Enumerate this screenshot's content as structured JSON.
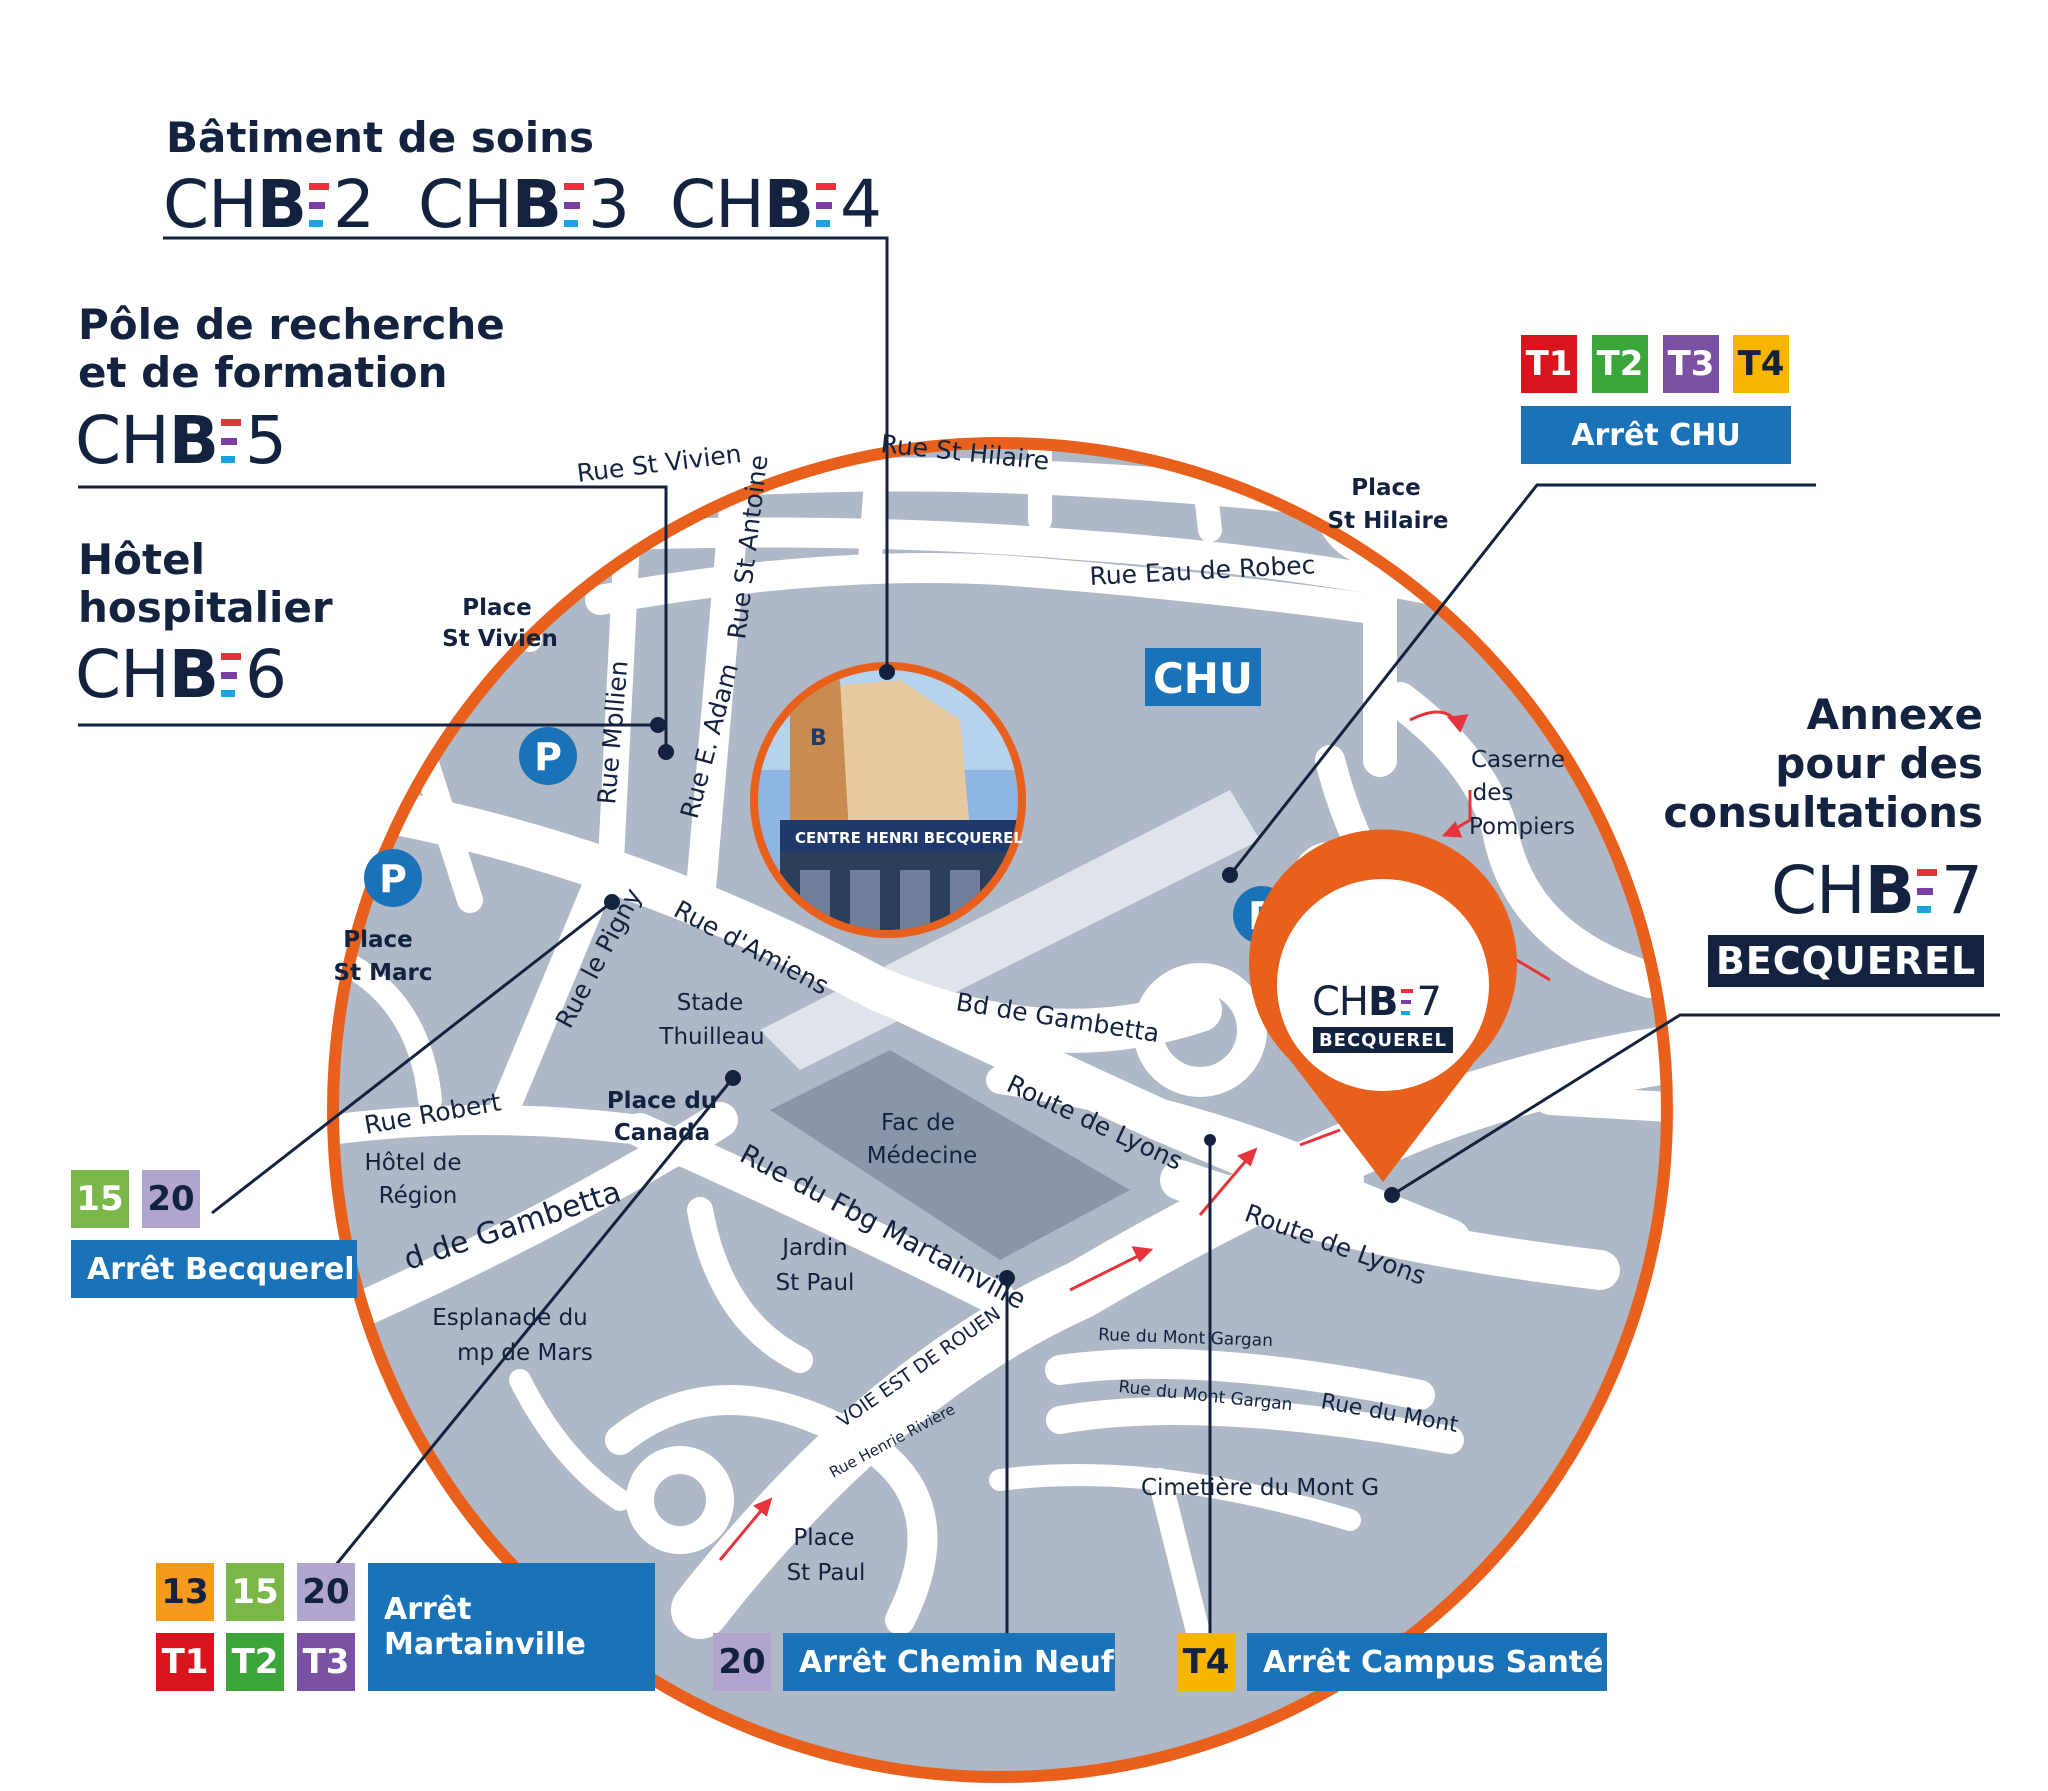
{
  "colors": {
    "orange": "#e8601c",
    "navy": "#13233f",
    "blue": "#1a72b9",
    "map_block": "#aeb8c6",
    "road": "#ffffff",
    "t1": "#d9141c",
    "t2": "#3ba53a",
    "t3": "#7b52a3",
    "t4": "#f7b500",
    "line13": "#f59a1a",
    "line15": "#7ab648",
    "line20": "#b1a5d0"
  },
  "labels": {
    "soins": {
      "title": "Bâtiment de soins",
      "brands": [
        "2",
        "3",
        "4"
      ]
    },
    "recherche": {
      "line1": "Pôle de recherche",
      "line2": "et de formation",
      "brand": "5"
    },
    "hotel": {
      "line1": "Hôtel",
      "line2": "hospitalier",
      "brand": "6"
    },
    "annexe": {
      "line1": "Annexe",
      "line2": "pour des",
      "line3": "consultations",
      "brand": "7",
      "tag": "BECQUEREL"
    },
    "brand_prefix": "CH",
    "brand_b": "B"
  },
  "stops": {
    "chu": {
      "lines": [
        "T1",
        "T2",
        "T3",
        "T4"
      ],
      "name": "Arrêt CHU"
    },
    "becquerel": {
      "lines": [
        "15",
        "20"
      ],
      "name": "Arrêt Becquerel"
    },
    "martainville": {
      "lines": [
        "13",
        "15",
        "20",
        "T1",
        "T2",
        "T3"
      ],
      "name_line1": "Arrêt",
      "name_line2": "Martainville"
    },
    "chemin_neuf": {
      "lines": [
        "20"
      ],
      "name": "Arrêt Chemin Neuf"
    },
    "campus": {
      "lines": [
        "T4"
      ],
      "name": "Arrêt Campus Santé"
    }
  },
  "map": {
    "chu_label": "CHU",
    "parking": "P",
    "photo_sign": "CENTRE HENRI BECQUEREL",
    "photo_logo": "B",
    "pin_brand": "7",
    "pin_tag": "BECQUEREL",
    "streets": {
      "st_vivien": "Rue St Vivien",
      "st_hilaire": "Rue St Hilaire",
      "st_antoine": "Rue St Antoine",
      "eau_robec": "Rue Eau de Robec",
      "mollien": "Rue Mollien",
      "e_adam": "Rue E. Adam",
      "amiens": "Rue  d'Amiens",
      "le_pigny": "Rue le Pigny",
      "gambetta_bd": "Bd de Gambetta",
      "gambetta_bd_w": "d de Gambetta",
      "lyons1": "Route de Lyons",
      "lyons2": "Route de Lyons",
      "robert": "Rue Robert",
      "fbg_martainville": "Rue du Fbg Martainville",
      "voie_est": "VOIE EST DE ROUEN",
      "henrie_riviere": "Rue Henrie Rivière",
      "mont_gargan1": "Rue du Mont Gargan",
      "mont_gargan2": "Rue du  Mont Gargan",
      "mont_gargan3": "Rue du Mont"
    },
    "places": {
      "place_st_vivien_1": "Place",
      "place_st_vivien_2": "St Vivien",
      "place_st_hilaire_1": "Place",
      "place_st_hilaire_2": "St Hilaire",
      "place_st_marc_1": "Place",
      "place_st_marc_2": "St Marc",
      "place_canada_1": "Place du",
      "place_canada_2": "Canada",
      "stade_1": "Stade",
      "stade_2": "Thuilleau",
      "fac_1": "Fac de",
      "fac_2": "Médecine",
      "caserne_1": "Caserne",
      "caserne_2": "des",
      "caserne_3": "Pompiers",
      "hotel_region_1": "Hôtel de",
      "hotel_region_2": "Région",
      "jardin_1": "Jardin",
      "jardin_2": "St Paul",
      "esplanade_1": "Esplanade du",
      "esplanade_2": "mp de Mars",
      "cimetiere": "Cimetière du Mont G",
      "place_st_paul_1": "Place",
      "place_st_paul_2": "St Paul"
    }
  }
}
